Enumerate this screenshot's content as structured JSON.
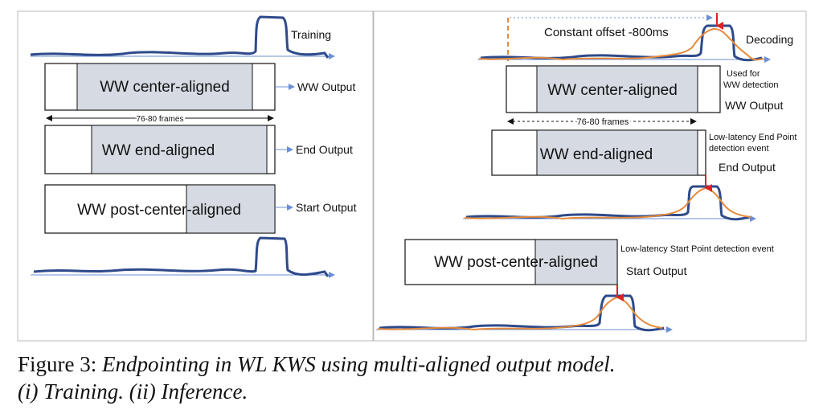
{
  "colors": {
    "blue": "#2e4a8a",
    "orange": "#e58a3c",
    "shade": "#d5dae3",
    "red": "#e02020",
    "axis": "#6b8fd6"
  },
  "left": {
    "training_label": "Training",
    "box1": {
      "label": "WW center-aligned",
      "output": "WW Output"
    },
    "frames": "76-80 frames",
    "box2": {
      "label": "WW end-aligned",
      "output": "End Output"
    },
    "box3": {
      "label": "WW post-center-aligned",
      "output": "Start Output"
    }
  },
  "right": {
    "offset_label": "Constant offset -800ms",
    "decoding_label": "Decoding",
    "box1": {
      "label": "WW center-aligned",
      "note_line1": "Used for",
      "note_line2": "WW detection",
      "output": "WW Output"
    },
    "frames": "76-80 frames",
    "box2": {
      "label": "WW end-aligned",
      "note_line1": "Low-latency End Point",
      "note_line2": "detection event",
      "output": "End Output"
    },
    "box3": {
      "label": "WW post-center-aligned",
      "note": "Low-latency Start Point detection event",
      "output": "Start Output"
    }
  },
  "caption": {
    "prefix": "Figure 3:",
    "line1_italic": "Endpointing in WL KWS using multi-aligned output model.",
    "line2_italic": "(i) Training. (ii) Inference."
  }
}
